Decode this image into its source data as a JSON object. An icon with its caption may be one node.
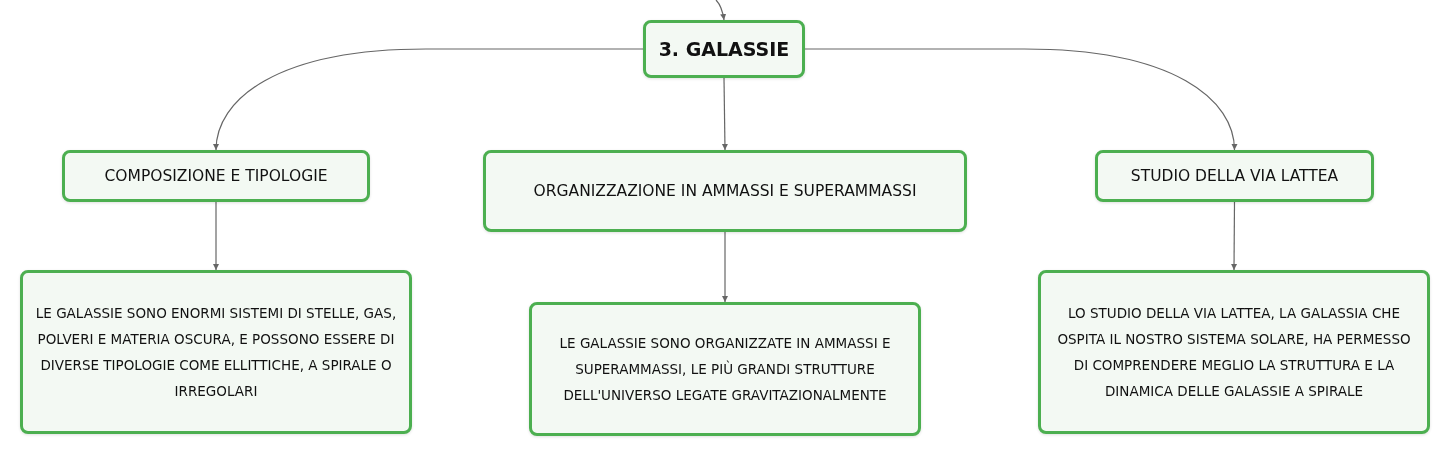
{
  "diagram": {
    "nodes": [
      {
        "text": [
          "3. GALASSIE"
        ]
      },
      {
        "text": [
          "COMPOSIZIONE E TIPOLOGIE"
        ]
      },
      {
        "text": [
          "ORGANIZZAZIONE IN AMMASSI E SUPERAMMASSI"
        ]
      },
      {
        "text": [
          "STUDIO DELLA VIA LATTEA"
        ]
      },
      {
        "text": [
          "LE GALASSIE SONO ENORMI SISTEMI DI STELLE, GAS, POLVERI E MATERIA OSCURA, E POSSONO ESSERE DI DIVERSE TIPOLOGIE COME ELLITTICHE, A SPIRALE O IRREGOLARI"
        ]
      },
      {
        "text": [
          "LE GALASSIE SONO ORGANIZZATE IN AMMASSI E SUPERAMMASSI, LE PIÙ GRANDI STRUTTURE DELL'UNIVERSO LEGATE GRAVITAZIONALMENTE"
        ]
      },
      {
        "text": [
          "LO STUDIO DELLA VIA LATTEA, LA GALASSIA CHE OSPITA IL NOSTRO SISTEMA SOLARE, HA PERMESSO DI COMPRENDERE MEGLIO LA STRUTTURA E LA DINAMICA DELLE GALASSIE A SPIRALE"
        ]
      }
    ],
    "edges": [
      {
        "from": null,
        "to": 0,
        "arrow": "to"
      },
      {
        "from": 0,
        "to": 1,
        "arrow": "to"
      },
      {
        "from": 0,
        "to": 2,
        "arrow": "to"
      },
      {
        "from": 0,
        "to": 3,
        "arrow": "to"
      },
      {
        "from": 1,
        "to": 4,
        "arrow": "to"
      },
      {
        "from": 2,
        "to": 5,
        "arrow": "to"
      },
      {
        "from": 3,
        "to": 6,
        "arrow": "to"
      }
    ]
  }
}
